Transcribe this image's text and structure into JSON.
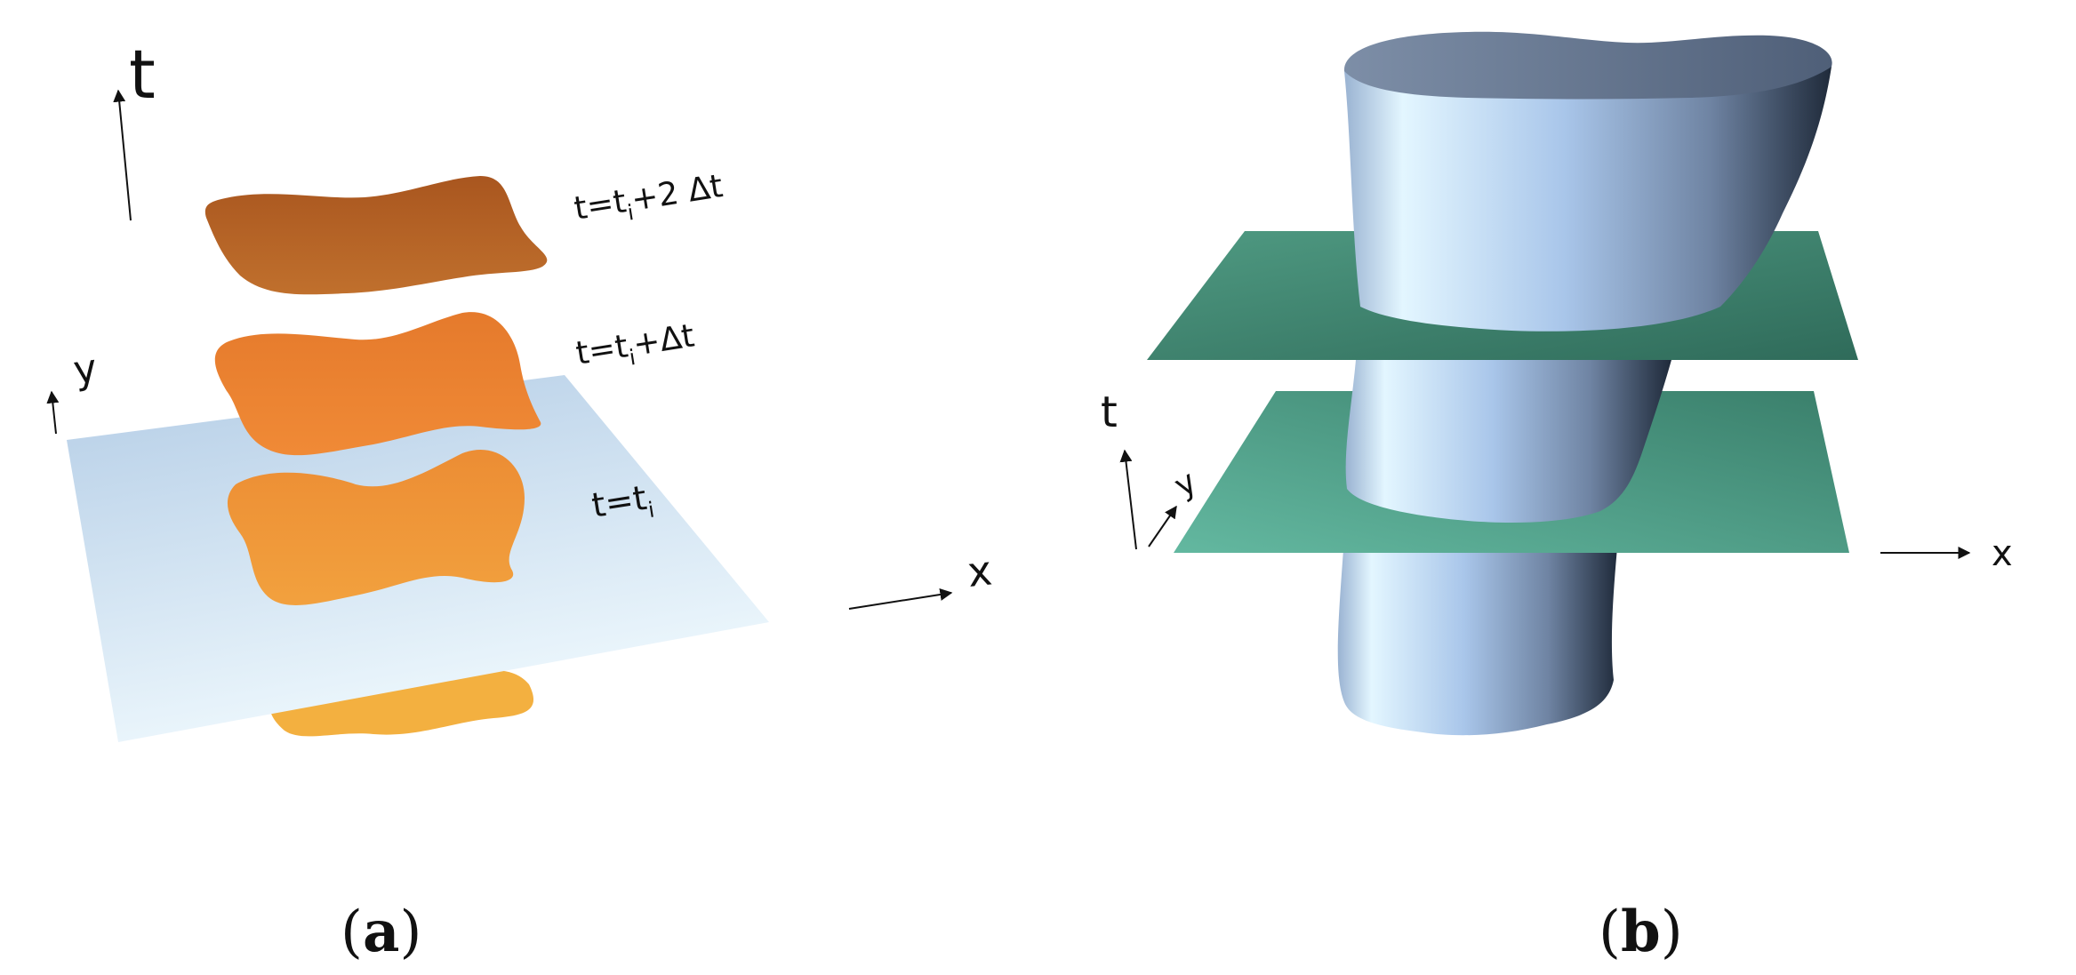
{
  "panel_a": {
    "caption": "(a)",
    "caption_parts": {
      "open": "(",
      "letter": "a",
      "close": ")"
    },
    "axis_t": "t",
    "axis_x": "x",
    "axis_y": "y",
    "labels": [
      {
        "base": "t=t",
        "sub": "i",
        "rest": "+2 Δt"
      },
      {
        "base": "t=t",
        "sub": "i",
        "rest": "+Δt"
      },
      {
        "base": "t=t",
        "sub": "i",
        "rest": ""
      }
    ],
    "colors": {
      "plane": "#c8dcef",
      "slice_top": "#b6622a",
      "slice_mid": "#ec8332",
      "slice_low": "#ef9638",
      "slice_bottom": "#f3b040"
    }
  },
  "panel_b": {
    "caption": "(b)",
    "caption_parts": {
      "open": "(",
      "letter": "b",
      "close": ")"
    },
    "axis_t": "t",
    "axis_x": "x",
    "axis_y": "y",
    "colors": {
      "cylinder_light": "#d9f2ff",
      "cylinder_dark": "#2f3e55",
      "cylinder_top": "#5b6c86",
      "plane": "#4f9c85"
    }
  }
}
